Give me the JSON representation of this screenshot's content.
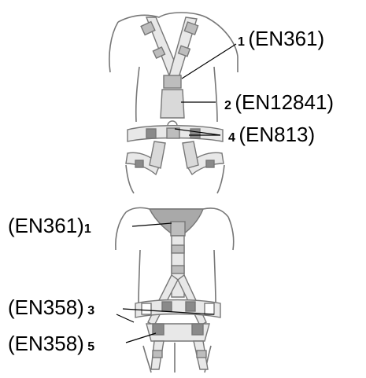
{
  "colors": {
    "outline": "#777777",
    "harness_light": "#e8e8e8",
    "harness_mid": "#bdbdbd",
    "harness_dark": "#8a8a8a",
    "chest_pad": "#a9a9a9",
    "leader": "#000000"
  },
  "front_view": {
    "labels": [
      {
        "num": "1",
        "std": "(EN361)"
      },
      {
        "num": "2",
        "std": "(EN12841)"
      },
      {
        "num": "4",
        "std": "(EN813)"
      }
    ]
  },
  "back_view": {
    "labels": [
      {
        "num": "1",
        "std": "(EN361)"
      },
      {
        "num": "3",
        "std": "(EN358)"
      },
      {
        "num": "5",
        "std": "(EN358)"
      }
    ]
  }
}
